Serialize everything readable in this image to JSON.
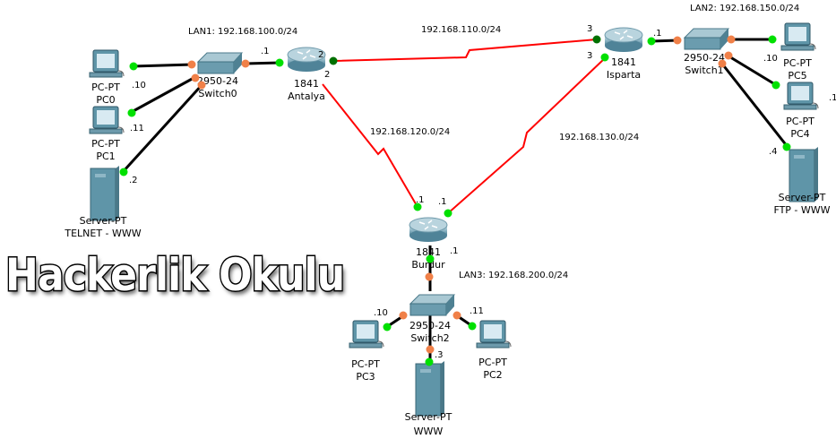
{
  "colors": {
    "serial_link": "#ff0000",
    "ethernet_link": "#000000",
    "port_up": "#00e000",
    "port_serial_dce": "#007000",
    "port_switch": "#f08048"
  },
  "networks": [
    {
      "label": "LAN1: 192.168.100.0/24"
    },
    {
      "label": "LAN2: 192.168.150.0/24"
    },
    {
      "label": "LAN3: 192.168.200.0/24"
    },
    {
      "label": "192.168.110.0/24"
    },
    {
      "label": "192.168.120.0/24"
    },
    {
      "label": "192.168.130.0/24"
    }
  ],
  "devices": [
    {
      "id": "pc0",
      "type": "pc",
      "model": "PC-PT",
      "name": "PC0"
    },
    {
      "id": "pc1",
      "type": "pc",
      "model": "PC-PT",
      "name": "PC1"
    },
    {
      "id": "server0",
      "type": "server",
      "model": "Server-PT",
      "name": "TELNET - WWW"
    },
    {
      "id": "switch0",
      "type": "switch",
      "model": "2950-24",
      "name": "Switch0"
    },
    {
      "id": "antalya",
      "type": "router",
      "model": "1841",
      "name": "Antalya"
    },
    {
      "id": "isparta",
      "type": "router",
      "model": "1841",
      "name": "Isparta"
    },
    {
      "id": "switch1",
      "type": "switch",
      "model": "2950-24",
      "name": "Switch1"
    },
    {
      "id": "pc5",
      "type": "pc",
      "model": "PC-PT",
      "name": "PC5"
    },
    {
      "id": "pc4",
      "type": "pc",
      "model": "PC-PT",
      "name": "PC4"
    },
    {
      "id": "server1",
      "type": "server",
      "model": "Server-PT",
      "name": "FTP - WWW"
    },
    {
      "id": "burdur",
      "type": "router",
      "model": "1841",
      "name": "Burdur"
    },
    {
      "id": "switch2",
      "type": "switch",
      "model": "2950-24",
      "name": "Switch2"
    },
    {
      "id": "pc3",
      "type": "pc",
      "model": "PC-PT",
      "name": "PC3"
    },
    {
      "id": "pc2",
      "type": "pc",
      "model": "PC-PT",
      "name": "PC2"
    },
    {
      "id": "server2",
      "type": "server",
      "model": "Server-PT",
      "name": "WWW"
    }
  ],
  "links": [
    {
      "from": "pc0",
      "to": "switch0",
      "kind": "ethernet"
    },
    {
      "from": "pc1",
      "to": "switch0",
      "kind": "ethernet"
    },
    {
      "from": "server0",
      "to": "switch0",
      "kind": "ethernet"
    },
    {
      "from": "switch0",
      "to": "antalya",
      "kind": "ethernet"
    },
    {
      "from": "antalya",
      "to": "isparta",
      "kind": "serial"
    },
    {
      "from": "antalya",
      "to": "burdur",
      "kind": "serial"
    },
    {
      "from": "isparta",
      "to": "burdur",
      "kind": "serial"
    },
    {
      "from": "isparta",
      "to": "switch1",
      "kind": "ethernet"
    },
    {
      "from": "switch1",
      "to": "pc5",
      "kind": "ethernet"
    },
    {
      "from": "switch1",
      "to": "pc4",
      "kind": "ethernet"
    },
    {
      "from": "switch1",
      "to": "server1",
      "kind": "ethernet"
    },
    {
      "from": "burdur",
      "to": "switch2",
      "kind": "ethernet"
    },
    {
      "from": "switch2",
      "to": "pc3",
      "kind": "ethernet"
    },
    {
      "from": "switch2",
      "to": "pc2",
      "kind": "ethernet"
    },
    {
      "from": "switch2",
      "to": "server2",
      "kind": "ethernet"
    }
  ],
  "addresses": [
    ".10",
    ".11",
    ".2",
    ".1",
    "2",
    "2",
    "3",
    "3",
    ".1",
    ".10",
    ".1",
    ".4",
    ".1",
    ".1",
    ".1",
    ".10",
    ".11",
    ".3"
  ],
  "watermark": "Hackerlik Okulu"
}
